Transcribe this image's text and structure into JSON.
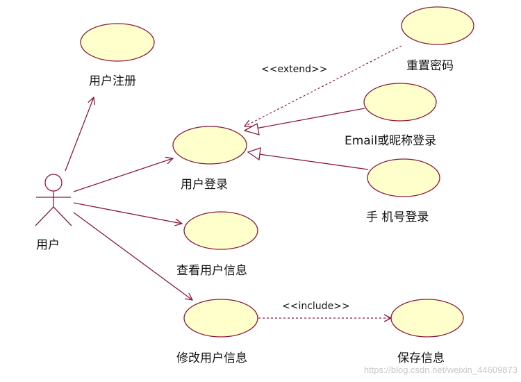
{
  "actor": {
    "label": "用户"
  },
  "use_cases": {
    "register": "用户注册",
    "login": "用户登录",
    "reset_password": "重置密码",
    "email_login": "Email或昵称登录",
    "phone_login": "手 机号登录",
    "view_info": "查看用户信息",
    "edit_info": "修改用户信息",
    "save_info": "保存信息"
  },
  "relations": {
    "extend": "<<extend>>",
    "include": "<<include>>"
  },
  "watermark": "https://blog.csdn.net/weixin_44609873",
  "colors": {
    "stroke": "#8b1a3a",
    "use_case_fill": "#ffffcc",
    "background": "#ffffff"
  }
}
